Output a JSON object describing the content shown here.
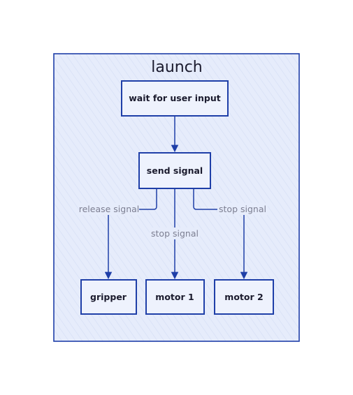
{
  "diagram": {
    "cluster": {
      "title": "launch"
    },
    "nodes": {
      "wait": "wait for user input",
      "send": "send signal",
      "gripper": "gripper",
      "motor1": "motor 1",
      "motor2": "motor 2"
    },
    "edges": {
      "release": "release signal",
      "stop_middle": "stop signal",
      "stop_right": "stop signal"
    },
    "colors": {
      "stroke": "#1f3fa8",
      "cluster_fill": "#e6ecfb",
      "node_fill": "#eef2fd",
      "edge_label": "#7d7f92"
    }
  }
}
